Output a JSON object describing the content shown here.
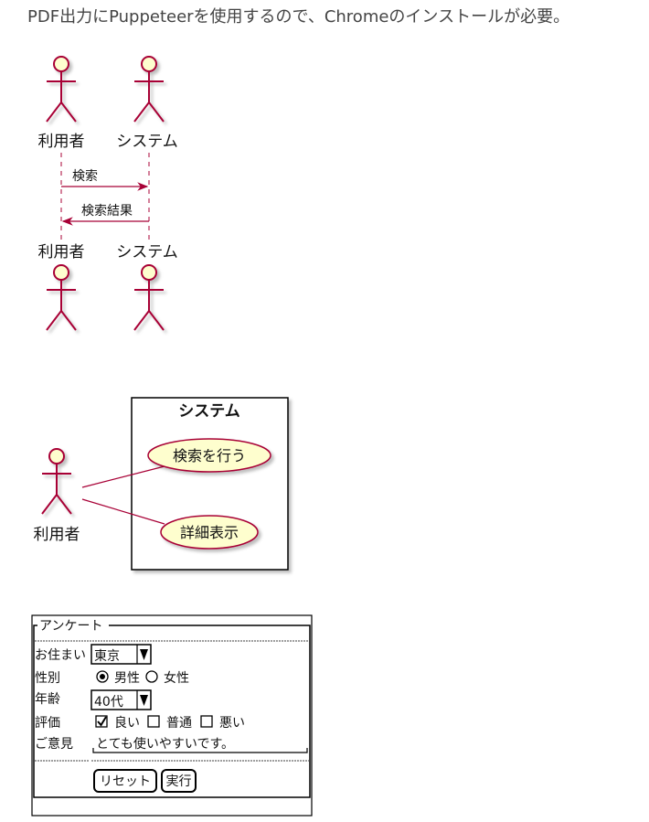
{
  "intro_text": "PDF出力にPuppeteerを使用するので、Chromeのインストールが必要。",
  "sequence": {
    "participants": [
      "利用者",
      "システム"
    ],
    "messages": [
      "検索",
      "検索結果"
    ]
  },
  "usecase": {
    "actor": "利用者",
    "system_title": "システム",
    "usecases": [
      "検索を行う",
      "詳細表示"
    ]
  },
  "salt_form": {
    "title": "アンケート",
    "residence": {
      "label": "お住まい",
      "value": "東京"
    },
    "gender": {
      "label": "性別",
      "options": [
        "男性",
        "女性"
      ],
      "selected": "男性"
    },
    "age": {
      "label": "年齢",
      "value": "40代"
    },
    "rating": {
      "label": "評価",
      "options": [
        "良い",
        "普通",
        "悪い"
      ],
      "checked": [
        "良い"
      ]
    },
    "opinion": {
      "label": "ご意見",
      "value": "とても使いやすいです。"
    },
    "buttons": {
      "reset": "リセット",
      "submit": "実行"
    }
  },
  "colors": {
    "actor_fill": "#FEFECE",
    "line": "#A80036",
    "box_border": "#000000"
  }
}
